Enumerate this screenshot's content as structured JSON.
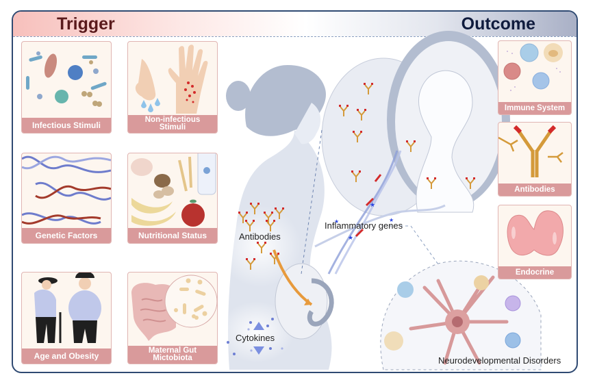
{
  "header": {
    "left_title": "Trigger",
    "right_title": "Outcome"
  },
  "triggers": [
    {
      "label": "Infectious Stimuli",
      "icon": "pathogens-icon"
    },
    {
      "label": "Non-infectious Stimuli",
      "icon": "nose-and-rash-hand-icon"
    },
    {
      "label": "Genetic Factors",
      "icon": "dna-helix-icon"
    },
    {
      "label": "Nutritional Status",
      "icon": "food-icon"
    },
    {
      "label": "Age and Obesity",
      "icon": "elderly-and-obese-people-icon"
    },
    {
      "label": "Maternal Gut Mictobiota",
      "icon": "gut-microbiota-icon"
    }
  ],
  "outcomes": [
    {
      "label": "Immune System",
      "icon": "immune-cells-icon"
    },
    {
      "label": "Antibodies",
      "icon": "antibody-icon"
    },
    {
      "label": "Endocrine",
      "icon": "thyroid-icon"
    }
  ],
  "center": {
    "antibodies_label": "Antibodies",
    "cytokines_label": "Cytokines",
    "genes_label": "Inflammatory genes",
    "neuro_label": "Neurodevelopmental Disorders"
  },
  "colors": {
    "frame": "#2f4a72",
    "card_label_bg": "#d99a9b",
    "card_bg": "#fdf6ef",
    "trigger_title": "#5a1a1c",
    "outcome_title": "#0f1b3d",
    "silhouette": "#b3bdd0",
    "antibody": "#d49a3a"
  }
}
